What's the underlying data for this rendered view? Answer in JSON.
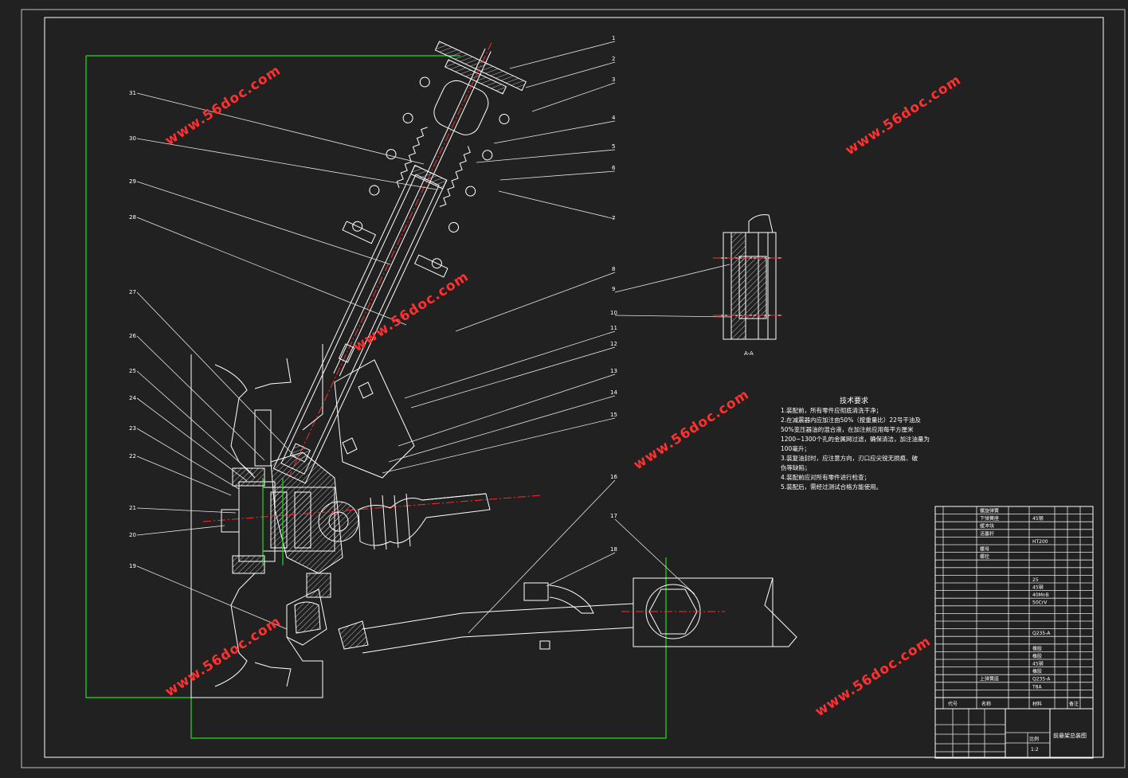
{
  "watermark": "www.56doc.com",
  "part_numbers": [
    "1",
    "2",
    "3",
    "4",
    "5",
    "6",
    "7",
    "8",
    "9",
    "10",
    "11",
    "12",
    "13",
    "14",
    "15",
    "16",
    "17",
    "18",
    "19",
    "20",
    "21",
    "22",
    "23",
    "24",
    "25",
    "26",
    "27",
    "28",
    "29",
    "30",
    "31"
  ],
  "section_label": "A-A",
  "tech_title": "技术要求",
  "tech_lines": [
    "1.装配前，所有零件应彻底清洗干净；",
    "2.在减震器内应加注由50%（按重量比）22号干油及",
    "50%变压器油的混合液，在加注前应用每平方厘米",
    "1200~1300个孔的金属网过滤，确保清洁，加注油量为",
    "100毫升；",
    "3.装复油封时，应注意方向，刃口应尖锐无损痕、破",
    "伤等缺陷；",
    "4.装配前应对所有零件进行检查；",
    "5.装配后，需经过测试合格方能使用。"
  ],
  "bom_rows": [
    {
      "name": "螺旋弹簧",
      "mat": ""
    },
    {
      "name": "下弹簧座",
      "mat": "45钢"
    },
    {
      "name": "缓冲块",
      "mat": ""
    },
    {
      "name": "活塞杆",
      "mat": ""
    },
    {
      "name": "",
      "mat": "HT200"
    },
    {
      "name": "螺母",
      "mat": ""
    },
    {
      "name": "螺栓",
      "mat": ""
    },
    {
      "name": "",
      "mat": ""
    },
    {
      "name": "",
      "mat": ""
    },
    {
      "name": "",
      "mat": "25"
    },
    {
      "name": "",
      "mat": "45钢"
    },
    {
      "name": "",
      "mat": "40MnB"
    },
    {
      "name": "",
      "mat": "50CrV"
    },
    {
      "name": "",
      "mat": ""
    },
    {
      "name": "",
      "mat": ""
    },
    {
      "name": "",
      "mat": ""
    },
    {
      "name": "",
      "mat": "Q235-A"
    },
    {
      "name": "",
      "mat": ""
    },
    {
      "name": "",
      "mat": "橡胶"
    },
    {
      "name": "",
      "mat": "橡胶"
    },
    {
      "name": "",
      "mat": "45钢"
    },
    {
      "name": "",
      "mat": "橡胶"
    },
    {
      "name": "上弹簧座",
      "mat": "Q235-A"
    },
    {
      "name": "",
      "mat": "T8A"
    },
    {
      "name": "",
      "mat": ""
    }
  ],
  "bom_header": {
    "code": "代号",
    "name": "名称",
    "material": "材料",
    "extra": "备注"
  },
  "drawing_title": "前悬架总装图",
  "scale_label": "比例",
  "scale_value": "1:2"
}
